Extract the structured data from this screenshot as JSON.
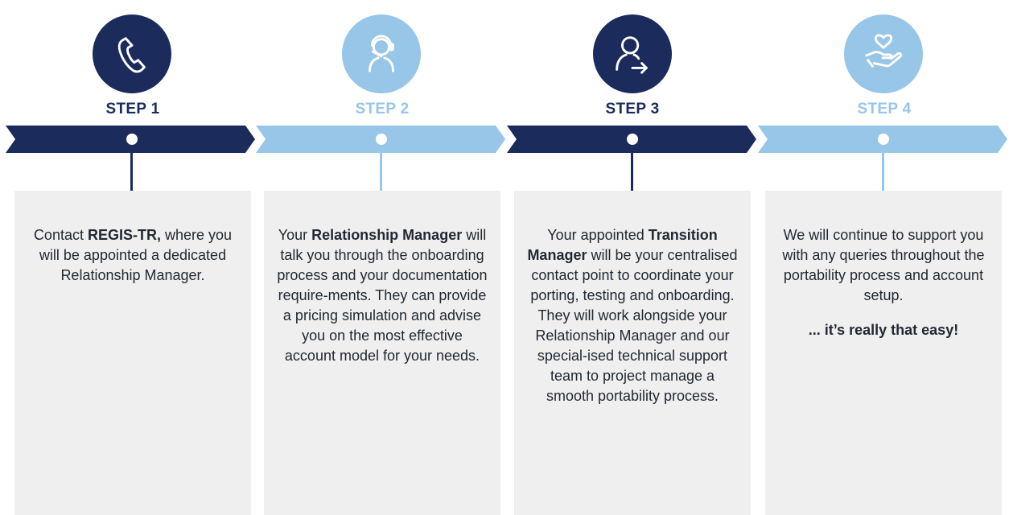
{
  "colors": {
    "dark": "#1a2b5c",
    "light": "#97c6e8",
    "card_bg": "#efefef",
    "text": "#222933"
  },
  "steps": [
    {
      "label": "STEP 1",
      "icon": "phone-icon",
      "color": "#1a2b5c",
      "text": {
        "t1": "Contact ",
        "b1": "REGIS-TR,",
        "t2": " where you will be appointed a dedicated Relationship Manager."
      }
    },
    {
      "label": "STEP 2",
      "icon": "headset-person-icon",
      "color": "#97c6e8",
      "text": {
        "t1": "Your ",
        "b1": "Relationship Manager",
        "t2": " will talk you through the onboarding process and your documentation require-ments. They can provide a pricing simulation and advise you on the most effective account model for your needs."
      }
    },
    {
      "label": "STEP 3",
      "icon": "person-arrow-icon",
      "color": "#1a2b5c",
      "text": {
        "t1": "Your appointed ",
        "b1": "Transition Manager",
        "t2": " will be your centralised contact point to coordinate your porting, testing and onboarding. They will work alongside your Relationship Manager and our special-ised technical support team to project manage a smooth portability process."
      }
    },
    {
      "label": "STEP 4",
      "icon": "hand-heart-icon",
      "color": "#97c6e8",
      "text": {
        "t1": "We will continue to support you with any queries throughout the portability process and account setup."
      },
      "closing": "... it’s really that easy!"
    }
  ]
}
